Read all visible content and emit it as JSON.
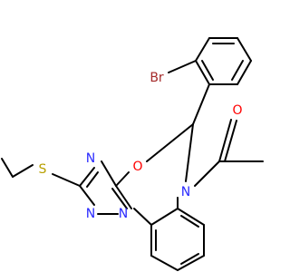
{
  "molecule": {
    "colors": {
      "carbon_bond": "#000000",
      "nitrogen": "#2a2aff",
      "oxygen": "#ff0000",
      "sulfur": "#b8a000",
      "bromine": "#a52a2a"
    },
    "atoms": [
      {
        "id": "br",
        "text": "Br",
        "color_key": "bromine"
      },
      {
        "id": "o1",
        "text": "O",
        "color_key": "oxygen"
      },
      {
        "id": "o2",
        "text": "O",
        "color_key": "oxygen"
      },
      {
        "id": "n_amide",
        "text": "N",
        "color_key": "nitrogen"
      },
      {
        "id": "n_ring1",
        "text": "N",
        "color_key": "nitrogen"
      },
      {
        "id": "n_ring2",
        "text": "N",
        "color_key": "nitrogen"
      },
      {
        "id": "n_ring3",
        "text": "N",
        "color_key": "nitrogen"
      },
      {
        "id": "s",
        "text": "S",
        "color_key": "sulfur"
      }
    ]
  }
}
